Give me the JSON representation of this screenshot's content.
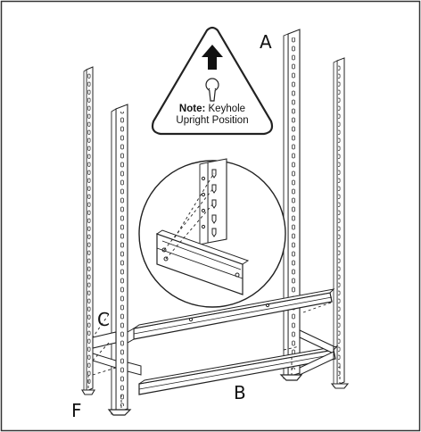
{
  "labels": {
    "a": "A",
    "b": "B",
    "c": "C",
    "f": "F"
  },
  "note": {
    "title": "Note:",
    "line1": "Keyhole",
    "line2": "Upright Position"
  },
  "icons": {
    "warning": "up-arrow-icon",
    "keyhole": "keyhole-icon"
  },
  "colors": {
    "stroke": "#222222",
    "frame": "#333333"
  }
}
